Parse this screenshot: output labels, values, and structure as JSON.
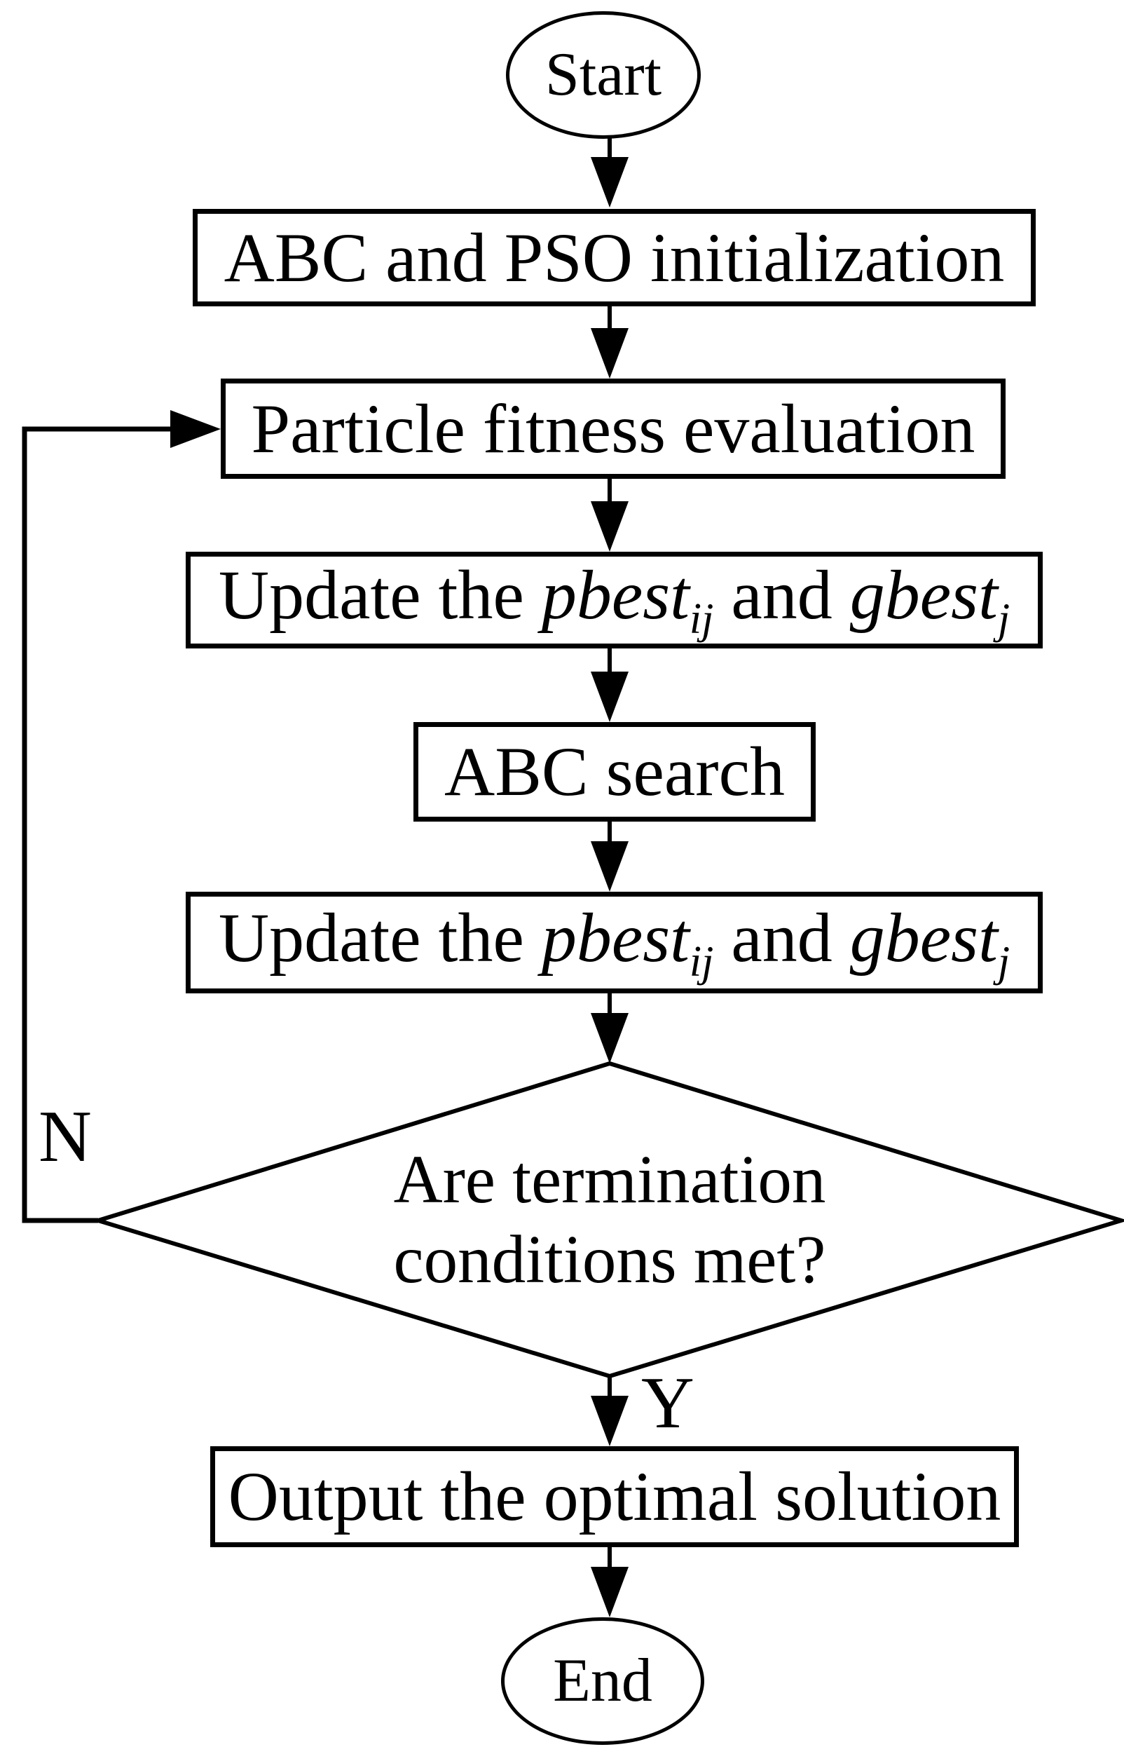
{
  "colors": {
    "ink": "#000000",
    "background": "#ffffff"
  },
  "diagram_type": "flowchart",
  "nodes": {
    "start": {
      "shape": "terminator",
      "label": "Start"
    },
    "init": {
      "shape": "process",
      "label": "ABC and PSO initialization"
    },
    "fitness": {
      "shape": "process",
      "label": "Particle fitness evaluation"
    },
    "update1": {
      "shape": "process",
      "prefix": "Update the ",
      "var1": "pbest",
      "sub1": "ij",
      "mid": " and ",
      "var2": "gbest",
      "sub2": "j"
    },
    "abc_search": {
      "shape": "process",
      "label": "ABC search"
    },
    "update2": {
      "shape": "process",
      "prefix": "Update the ",
      "var1": "pbest",
      "sub1": "ij",
      "mid": " and ",
      "var2": "gbest",
      "sub2": "j"
    },
    "decision": {
      "shape": "decision",
      "line1": "Are termination",
      "line2": "conditions met?"
    },
    "output": {
      "shape": "process",
      "label": "Output the optimal solution"
    },
    "end": {
      "shape": "terminator",
      "label": "End"
    }
  },
  "edges": [
    {
      "from": "start",
      "to": "init"
    },
    {
      "from": "init",
      "to": "fitness"
    },
    {
      "from": "fitness",
      "to": "update1"
    },
    {
      "from": "update1",
      "to": "abc_search"
    },
    {
      "from": "abc_search",
      "to": "update2"
    },
    {
      "from": "update2",
      "to": "decision"
    },
    {
      "from": "decision",
      "to": "output",
      "label": "Y"
    },
    {
      "from": "decision",
      "to": "fitness",
      "label": "N"
    },
    {
      "from": "output",
      "to": "end"
    }
  ]
}
